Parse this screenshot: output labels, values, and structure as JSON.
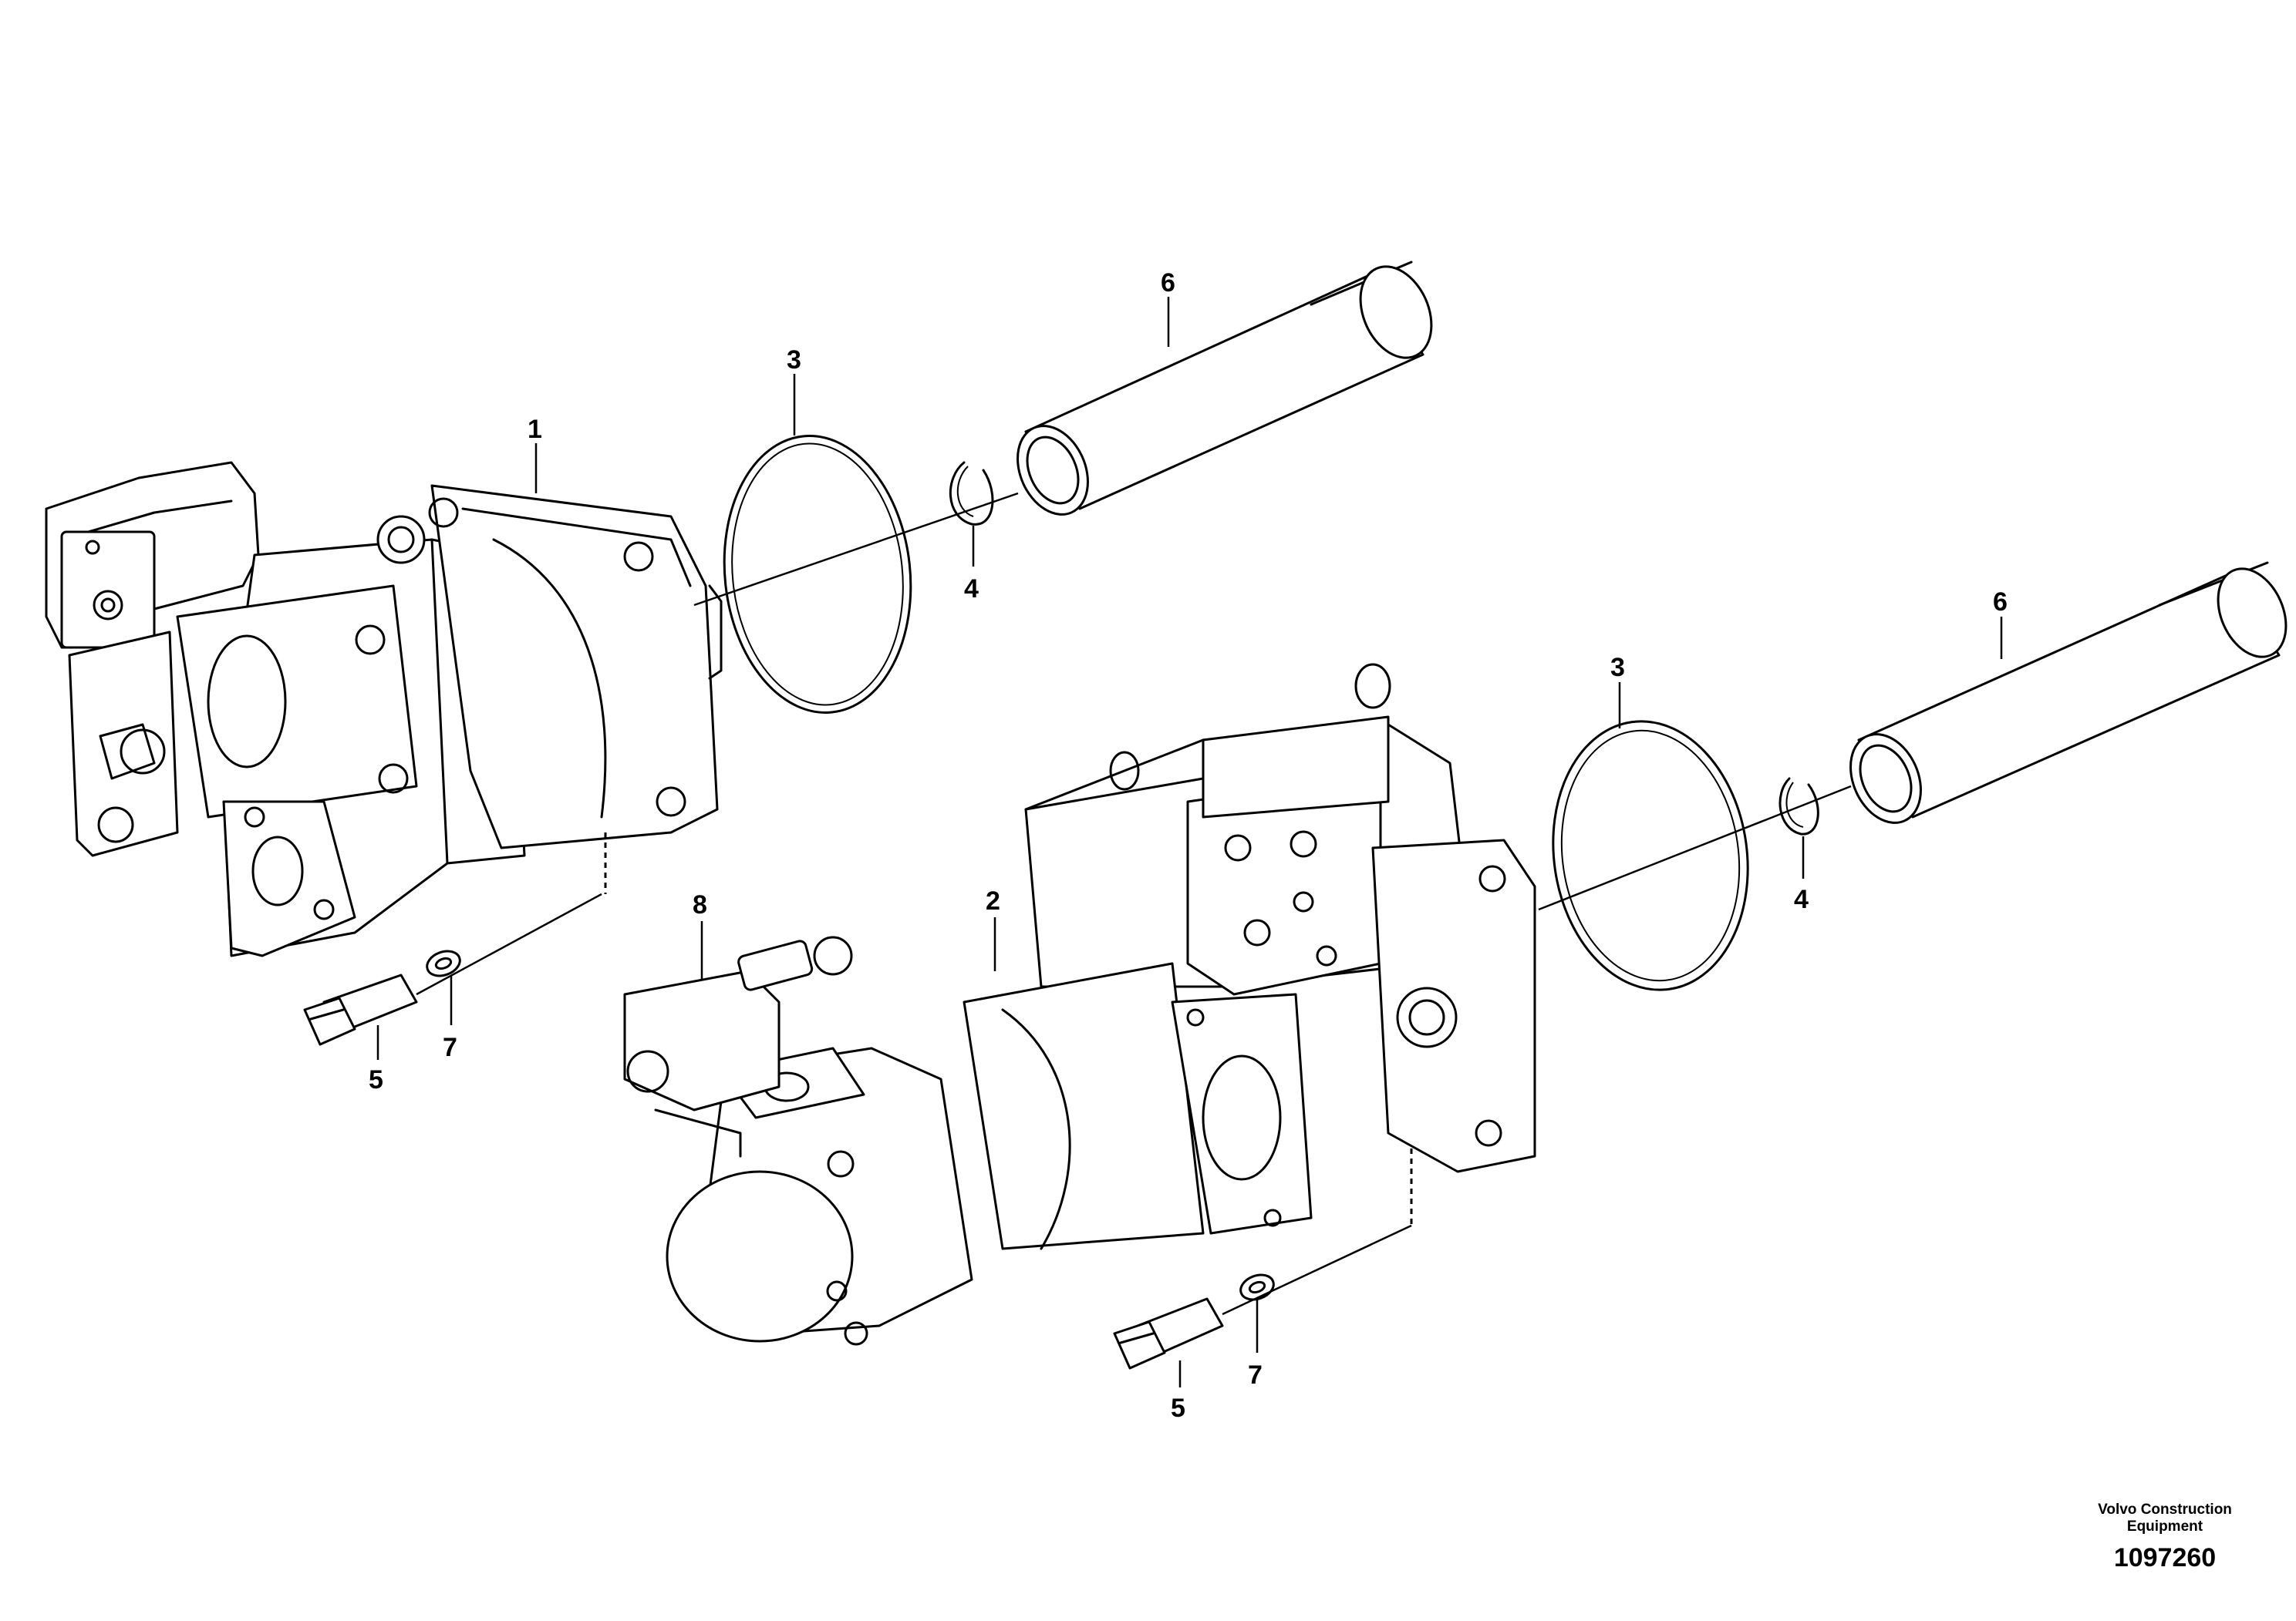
{
  "callouts": {
    "c1": "1",
    "c2": "2",
    "c3a": "3",
    "c3b": "3",
    "c4a": "4",
    "c4b": "4",
    "c5a": "5",
    "c5b": "5",
    "c6a": "6",
    "c6b": "6",
    "c7a": "7",
    "c7b": "7",
    "c8": "8"
  },
  "footer": {
    "maker_line1": "Volvo Construction",
    "maker_line2": "Equipment",
    "reference": "1097260"
  }
}
